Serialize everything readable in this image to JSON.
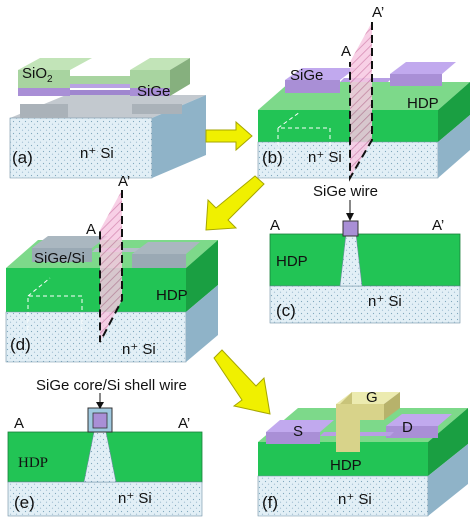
{
  "panels": {
    "a": {
      "label": "(a)",
      "substrate": "n⁺ Si",
      "oxide_base": "SiO",
      "oxide_sub": "2",
      "sige": "SiGe"
    },
    "b": {
      "label": "(b)",
      "substrate": "n⁺ Si",
      "sige": "SiGe",
      "hdp": "HDP",
      "cut_a": "A",
      "cut_a_prime": "A’"
    },
    "c": {
      "label": "(c)",
      "substrate": "n⁺ Si",
      "hdp": "HDP",
      "wire": "SiGe wire",
      "a": "A",
      "a_prime": "A’"
    },
    "d": {
      "label": "(d)",
      "substrate": "n⁺ Si",
      "sige_si": "SiGe/Si",
      "hdp": "HDP",
      "cut_a": "A",
      "cut_a_prime": "A’"
    },
    "e": {
      "label": "(e)",
      "substrate": "n⁺ Si",
      "hdp": "HDP",
      "wire": "SiGe core/Si shell wire",
      "a": "A",
      "a_prime": "A’"
    },
    "f": {
      "label": "(f)",
      "substrate": "n⁺ Si",
      "hdp": "HDP",
      "source": "S",
      "drain": "D",
      "gate": "G"
    }
  },
  "colors": {
    "substrate_top": "#dfeef7",
    "substrate_side": "#8fb3c8",
    "hdp_front": "#22c455",
    "hdp_top": "#7dd98a",
    "sige": "#a98fd6",
    "oxide": "#a8d4a0",
    "si_shell": "#9aa9b4",
    "gate": "#d8d38a",
    "arrow": "#f0f000",
    "cut_plane": "#f2b4d8"
  }
}
